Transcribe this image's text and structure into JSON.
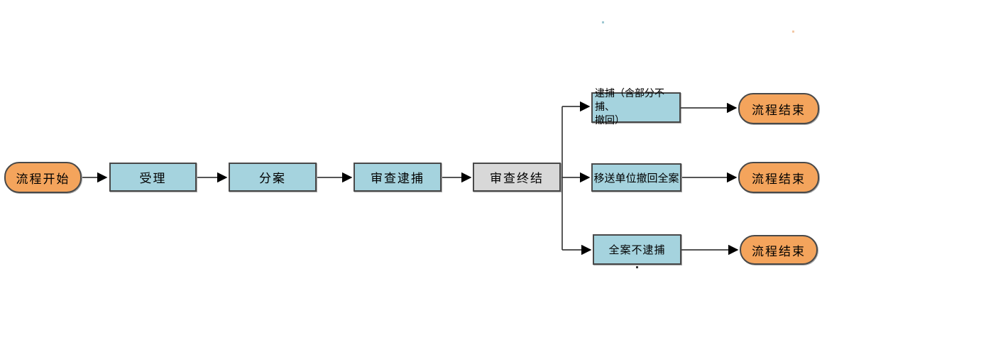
{
  "diagram": {
    "nodes": {
      "start": {
        "label": "流程开始",
        "type": "terminator"
      },
      "accept": {
        "label": "受理",
        "type": "process"
      },
      "assign": {
        "label": "分案",
        "type": "process"
      },
      "review_arrest": {
        "label": "审查逮捕",
        "type": "process"
      },
      "review_conclude": {
        "label": "审查终结",
        "type": "process-gray"
      },
      "branch_arrest": {
        "lines": [
          "逮捕（含部分不捕、",
          "撤回）"
        ],
        "type": "process"
      },
      "branch_withdraw": {
        "label": "移送单位撤回全案",
        "type": "process"
      },
      "branch_no_arrest": {
        "label": "全案不逮捕",
        "type": "process"
      },
      "end_top": {
        "label": "流程结束",
        "type": "terminator"
      },
      "end_mid": {
        "label": "流程结束",
        "type": "terminator"
      },
      "end_bottom": {
        "label": "流程结束",
        "type": "terminator"
      }
    },
    "colors": {
      "terminator_fill": "#F4A45C",
      "process_fill": "#A5D3DE",
      "conclude_fill": "#D8D8D8",
      "node_border": "#494949",
      "connector_stroke": "#3D3D3D",
      "arrowhead_fill": "#000000",
      "text": "#000000"
    }
  }
}
